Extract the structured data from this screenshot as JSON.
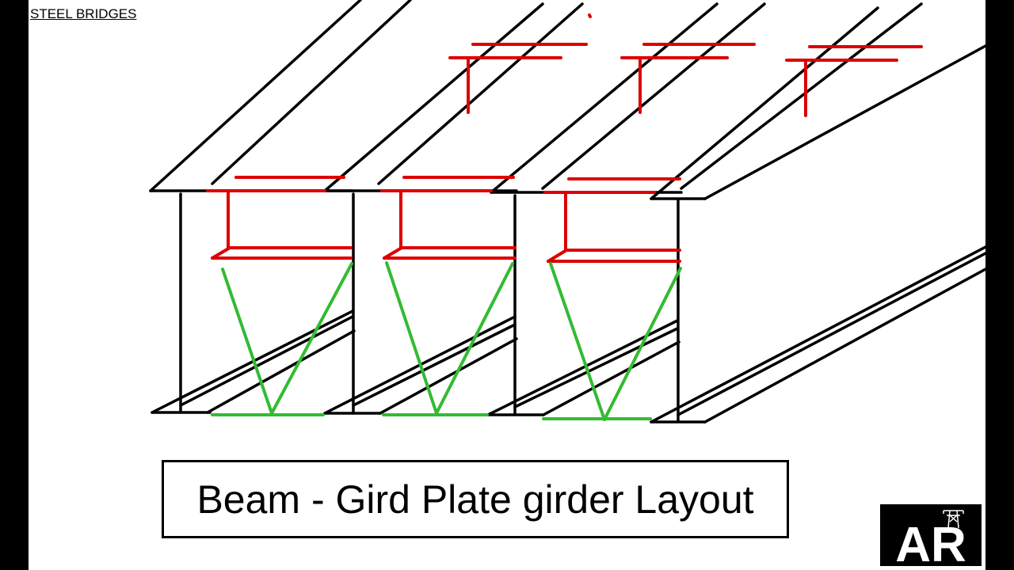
{
  "header": {
    "label": "STEEL BRIDGES"
  },
  "caption": {
    "text": "Beam - Gird Plate girder Layout"
  },
  "logo": {
    "text": "AR",
    "icon": "transmission-tower-icon"
  },
  "colors": {
    "girder": "#000000",
    "cross_frame_horizontal": "#dd0000",
    "cross_frame_diagonal": "#33bb33",
    "background": "#ffffff"
  }
}
